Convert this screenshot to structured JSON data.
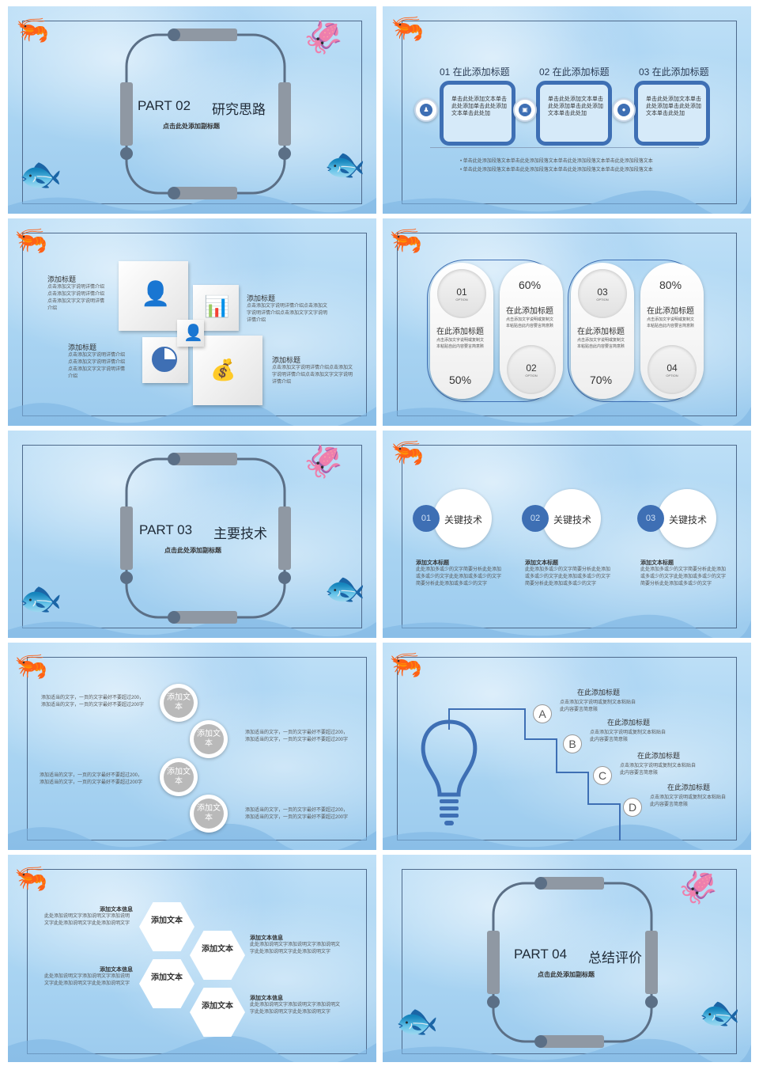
{
  "slide1": {
    "part": "PART 02",
    "title": "研究思路",
    "subtitle": "点击此处添加副标题"
  },
  "slide2": {
    "headers": [
      "01 在此添加标题",
      "02 在此添加标题",
      "03 在此添加标题"
    ],
    "card_text": "单击此处添加文本单击此处添加单击此处添加文本单击此处加",
    "bullets": [
      "单击此处添加段落文本单击此处添加段落文本单击此处添加段落文本单击此处添加段落文本",
      "单击此处添加段落文本单击此处添加段落文本单击此处添加段落文本单击此处添加段落文本"
    ]
  },
  "slide3": {
    "items": [
      {
        "title": "添加标题",
        "text": "点击添加文字说明详情介绍点击添加文字说明详情介绍点击添加文字文字说明详情介绍"
      },
      {
        "title": "添加标题",
        "text": "点击添加文字说明详情介绍点击添加文字说明详情介绍点击添加文字文字说明详情介绍"
      },
      {
        "title": "添加标题",
        "text": "点击添加文字说明详情介绍点击添加文字说明详情介绍点击添加文字文字说明详情介绍"
      },
      {
        "title": "添加标题",
        "text": "点击添加文字说明详情介绍点击添加文字说明详情介绍点击添加文字文字说明详情介绍"
      }
    ]
  },
  "slide4": {
    "pills": [
      {
        "num": "01",
        "pct": "50%",
        "title": "在此添加标题",
        "text": "点击添加文字说明或复制文本粘贴自此内容要言简意赅"
      },
      {
        "num": "02",
        "pct": "60%",
        "title": "在此添加标题",
        "text": "点击添加文字说明或复制文本粘贴自此内容要言简意赅"
      },
      {
        "num": "03",
        "pct": "70%",
        "title": "在此添加标题",
        "text": "点击添加文字说明或复制文本粘贴自此内容要言简意赅"
      },
      {
        "num": "04",
        "pct": "80%",
        "title": "在此添加标题",
        "text": "点击添加文字说明或复制文本粘贴自此内容要言简意赅"
      }
    ],
    "option": "OPTION"
  },
  "slide5": {
    "part": "PART 03",
    "title": "主要技术",
    "subtitle": "点击此处添加副标题"
  },
  "slide6": {
    "items": [
      {
        "num": "01",
        "label": "关键技术",
        "title": "添加文本标题",
        "text": "此处添加多或少的文字简要分析此处添加或多或少的文字此处添加或多或少的文字简要分析此处添加或多或少的文字"
      },
      {
        "num": "02",
        "label": "关键技术",
        "title": "添加文本标题",
        "text": "此处添加多或少的文字简要分析此处添加或多或少的文字此处添加或多或少的文字简要分析此处添加或多或少的文字"
      },
      {
        "num": "03",
        "label": "关键技术",
        "title": "添加文本标题",
        "text": "此处添加多或少的文字简要分析此处添加或多或少的文字此处添加或多或少的文字简要分析此处添加或多或少的文字"
      }
    ]
  },
  "slide7": {
    "circle_label": "添加文本",
    "text": "添加适当的文字，一页的文字最好不要超过200，添加适当的文字，一页的文字最好不要超过200字"
  },
  "slide8": {
    "items": [
      {
        "letter": "A",
        "title": "在此添加标题",
        "text": "点击添加文字说明或复制文本粘贴自此内容要言简意赅"
      },
      {
        "letter": "B",
        "title": "在此添加标题",
        "text": "点击添加文字说明或复制文本粘贴自此内容要言简意赅"
      },
      {
        "letter": "C",
        "title": "在此添加标题",
        "text": "点击添加文字说明或复制文本粘贴自此内容要言简意赅"
      },
      {
        "letter": "D",
        "title": "在此添加标题",
        "text": "点击添加文字说明或复制文本粘贴自此内容要言简意赅"
      }
    ]
  },
  "slide9": {
    "hex_label": "添加文本",
    "info_title": "添加文本信息",
    "info_text": "此处添加说明文字添加说明文字添加说明文字此处添加说明文字此处添加说明文字"
  },
  "slide10": {
    "part": "PART 04",
    "title": "总结评价",
    "subtitle": "点击此处添加副标题"
  },
  "colors": {
    "accent": "#3e6fb4",
    "frame": "#4e6a8c",
    "fishbone": "#8f98a3"
  }
}
